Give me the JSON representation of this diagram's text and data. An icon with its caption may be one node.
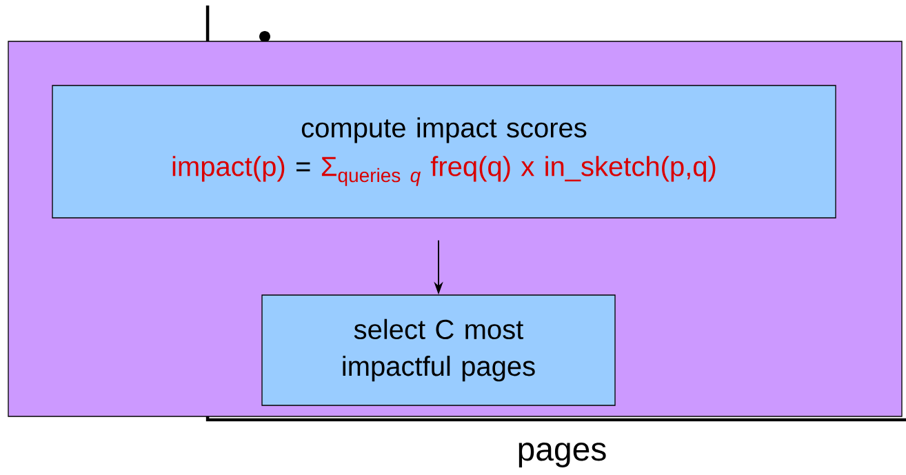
{
  "diagram": {
    "nodes": [
      {
        "text": [],
        "shape": "box"
      },
      {
        "text": [
          "compute impact scores",
          "\\text{impact(p) }{\\color{black}\\text{=}}\\text{ Σ}_{\\text{queries }\\mathit{q}}\\text{ freq(q) x in\\_sketch(p,q)}"
        ],
        "in": 0
      },
      {
        "text": [
          "select C most impactful pages"
        ],
        "in": 0
      }
    ],
    "edges": [
      {
        "from": 1,
        "to": 2,
        "arrow": "to"
      }
    ],
    "labels": [
      "pages"
    ]
  }
}
